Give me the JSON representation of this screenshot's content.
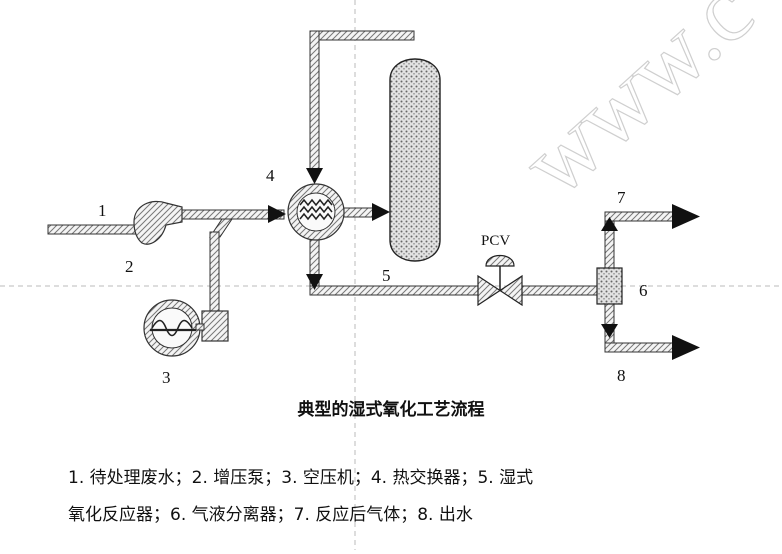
{
  "diagram": {
    "watermark": "www.c",
    "component_labels": [
      {
        "id": "1",
        "text": "1"
      },
      {
        "id": "2",
        "text": "2"
      },
      {
        "id": "3",
        "text": "3"
      },
      {
        "id": "4",
        "text": "4"
      },
      {
        "id": "5",
        "text": "5"
      },
      {
        "id": "6",
        "text": "6"
      },
      {
        "id": "7",
        "text": "7"
      },
      {
        "id": "8",
        "text": "8"
      }
    ],
    "valve_label": "PCV",
    "title": "典型的湿式氧化工艺流程",
    "legend_lines": [
      "1. 待处理废水；2. 增压泵；3. 空压机；4. 热交换器；5. 湿式",
      "氧化反应器；6. 气液分离器；7. 反应后气体；8. 出水"
    ]
  }
}
